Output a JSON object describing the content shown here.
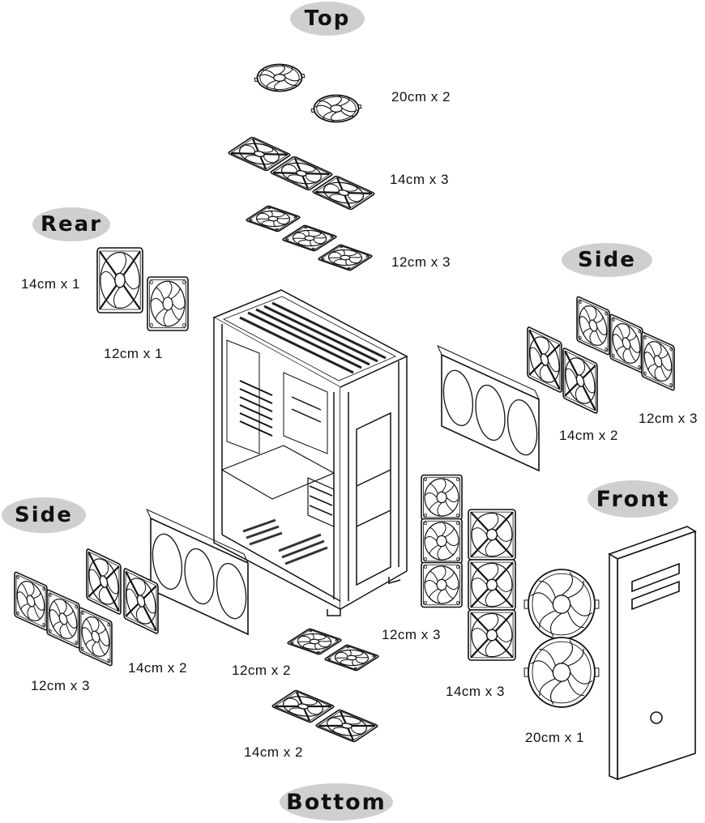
{
  "sections": {
    "top": "Top",
    "rear": "Rear",
    "side_right": "Side",
    "side_left": "Side",
    "front": "Front",
    "bottom": "Bottom"
  },
  "labels": {
    "top_20cm": "20cm x 2",
    "top_14cm": "14cm x 3",
    "top_12cm": "12cm x 3",
    "rear_14cm": "14cm x 1",
    "rear_12cm": "12cm x 1",
    "side_right_14cm": "14cm x 2",
    "side_right_12cm": "12cm x 3",
    "side_left_14cm": "14cm x 2",
    "side_left_12cm": "12cm x 3",
    "bottom_12cm": "12cm x 2",
    "bottom_14cm": "14cm x 2",
    "front_12cm": "12cm x 3",
    "front_14cm": "14cm x 3",
    "front_20cm": "20cm x 1"
  },
  "icons": {
    "case": "pc-case-exploded",
    "fan": "case-fan-icon",
    "bracket": "fan-bracket-icon",
    "front_panel": "front-panel-icon"
  }
}
